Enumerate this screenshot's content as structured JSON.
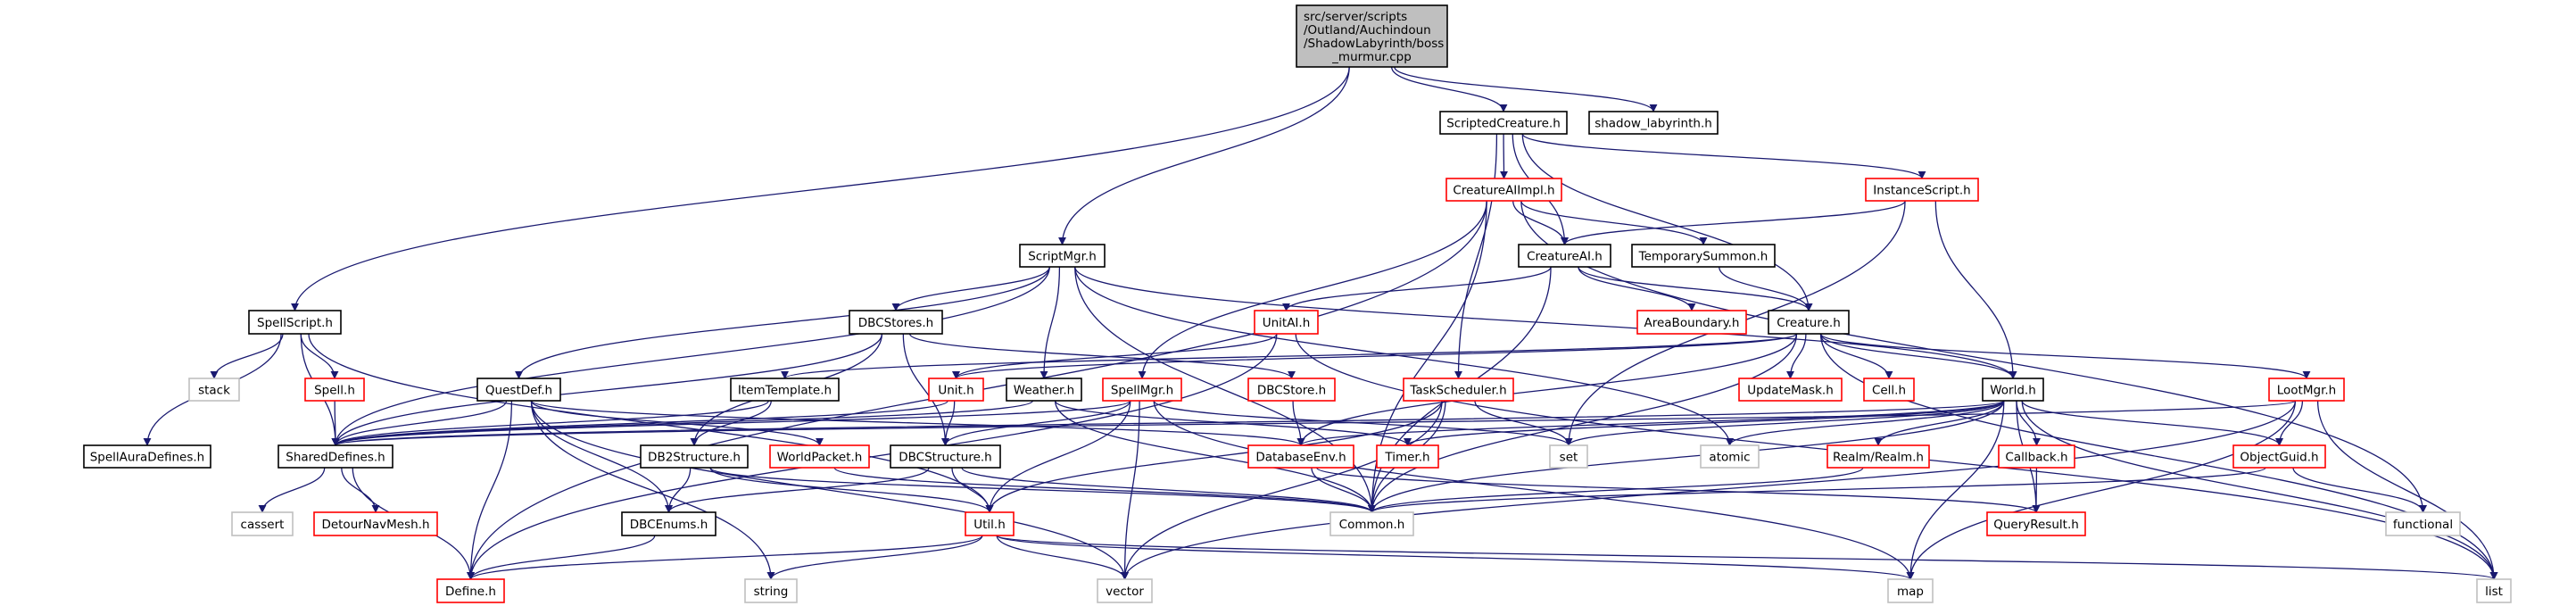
{
  "graph": {
    "root": {
      "id": "root",
      "lines": [
        "src/server/scripts",
        "/Outland/Auchindoun",
        "/ShadowLabyrinth/boss",
        "_murmur.cpp"
      ],
      "style": "root"
    },
    "colors": {
      "root_fill": "#bfbfbf",
      "normal_border": "#000000",
      "red_border": "#ff0000",
      "gray_border": "#bfbfbf",
      "edge": "#191970"
    },
    "nodes": [
      {
        "id": "ScriptedCreature",
        "label": "ScriptedCreature.h",
        "style": "normal"
      },
      {
        "id": "shadow_labyrinth",
        "label": "shadow_labyrinth.h",
        "style": "normal"
      },
      {
        "id": "CreatureAIImpl",
        "label": "CreatureAIImpl.h",
        "style": "red"
      },
      {
        "id": "InstanceScript",
        "label": "InstanceScript.h",
        "style": "red"
      },
      {
        "id": "ScriptMgr",
        "label": "ScriptMgr.h",
        "style": "normal"
      },
      {
        "id": "CreatureAI",
        "label": "CreatureAI.h",
        "style": "normal"
      },
      {
        "id": "TemporarySummon",
        "label": "TemporarySummon.h",
        "style": "normal"
      },
      {
        "id": "SpellScript",
        "label": "SpellScript.h",
        "style": "normal"
      },
      {
        "id": "DBCStores",
        "label": "DBCStores.h",
        "style": "normal"
      },
      {
        "id": "UnitAI",
        "label": "UnitAI.h",
        "style": "red"
      },
      {
        "id": "AreaBoundary",
        "label": "AreaBoundary.h",
        "style": "red"
      },
      {
        "id": "Creature",
        "label": "Creature.h",
        "style": "normal"
      },
      {
        "id": "stack",
        "label": "stack",
        "style": "gray"
      },
      {
        "id": "Spell",
        "label": "Spell.h",
        "style": "red"
      },
      {
        "id": "QuestDef",
        "label": "QuestDef.h",
        "style": "normal"
      },
      {
        "id": "ItemTemplate",
        "label": "ItemTemplate.h",
        "style": "normal"
      },
      {
        "id": "Unit",
        "label": "Unit.h",
        "style": "red"
      },
      {
        "id": "Weather",
        "label": "Weather.h",
        "style": "normal"
      },
      {
        "id": "SpellMgr",
        "label": "SpellMgr.h",
        "style": "red"
      },
      {
        "id": "DBCStore",
        "label": "DBCStore.h",
        "style": "red"
      },
      {
        "id": "TaskScheduler",
        "label": "TaskScheduler.h",
        "style": "red"
      },
      {
        "id": "UpdateMask",
        "label": "UpdateMask.h",
        "style": "red"
      },
      {
        "id": "Cell",
        "label": "Cell.h",
        "style": "red"
      },
      {
        "id": "World",
        "label": "World.h",
        "style": "normal"
      },
      {
        "id": "LootMgr",
        "label": "LootMgr.h",
        "style": "red"
      },
      {
        "id": "SpellAuraDefines",
        "label": "SpellAuraDefines.h",
        "style": "normal"
      },
      {
        "id": "SharedDefines",
        "label": "SharedDefines.h",
        "style": "normal"
      },
      {
        "id": "DB2Structure",
        "label": "DB2Structure.h",
        "style": "normal"
      },
      {
        "id": "WorldPacket",
        "label": "WorldPacket.h",
        "style": "red"
      },
      {
        "id": "DBCStructure",
        "label": "DBCStructure.h",
        "style": "normal"
      },
      {
        "id": "DatabaseEnv",
        "label": "DatabaseEnv.h",
        "style": "red"
      },
      {
        "id": "Timer",
        "label": "Timer.h",
        "style": "red"
      },
      {
        "id": "set",
        "label": "set",
        "style": "gray"
      },
      {
        "id": "atomic",
        "label": "atomic",
        "style": "gray"
      },
      {
        "id": "Realm",
        "label": "Realm/Realm.h",
        "style": "red"
      },
      {
        "id": "Callback",
        "label": "Callback.h",
        "style": "red"
      },
      {
        "id": "ObjectGuid",
        "label": "ObjectGuid.h",
        "style": "red"
      },
      {
        "id": "cassert",
        "label": "cassert",
        "style": "gray"
      },
      {
        "id": "DetourNavMesh",
        "label": "DetourNavMesh.h",
        "style": "red"
      },
      {
        "id": "DBCEnums",
        "label": "DBCEnums.h",
        "style": "normal"
      },
      {
        "id": "Util",
        "label": "Util.h",
        "style": "red"
      },
      {
        "id": "Common",
        "label": "Common.h",
        "style": "gray"
      },
      {
        "id": "QueryResult",
        "label": "QueryResult.h",
        "style": "red"
      },
      {
        "id": "functional",
        "label": "functional",
        "style": "gray"
      },
      {
        "id": "Define",
        "label": "Define.h",
        "style": "red"
      },
      {
        "id": "string",
        "label": "string",
        "style": "gray"
      },
      {
        "id": "vector",
        "label": "vector",
        "style": "gray"
      },
      {
        "id": "map",
        "label": "map",
        "style": "gray"
      },
      {
        "id": "list",
        "label": "list",
        "style": "gray"
      }
    ],
    "edges": [
      [
        "root",
        "SpellScript"
      ],
      [
        "root",
        "ScriptMgr"
      ],
      [
        "root",
        "ScriptedCreature"
      ],
      [
        "root",
        "shadow_labyrinth"
      ],
      [
        "ScriptedCreature",
        "CreatureAIImpl"
      ],
      [
        "ScriptedCreature",
        "CreatureAI"
      ],
      [
        "ScriptedCreature",
        "Creature"
      ],
      [
        "ScriptedCreature",
        "InstanceScript"
      ],
      [
        "ScriptedCreature",
        "TaskScheduler"
      ],
      [
        "CreatureAIImpl",
        "CreatureAI"
      ],
      [
        "CreatureAIImpl",
        "TemporarySummon"
      ],
      [
        "CreatureAIImpl",
        "SpellMgr"
      ],
      [
        "CreatureAIImpl",
        "Define"
      ],
      [
        "CreatureAIImpl",
        "Common"
      ],
      [
        "CreatureAIImpl",
        "functional"
      ],
      [
        "InstanceScript",
        "CreatureAI"
      ],
      [
        "InstanceScript",
        "World"
      ],
      [
        "InstanceScript",
        "set"
      ],
      [
        "CreatureAI",
        "UnitAI"
      ],
      [
        "CreatureAI",
        "AreaBoundary"
      ],
      [
        "CreatureAI",
        "Creature"
      ],
      [
        "CreatureAI",
        "Common"
      ],
      [
        "TemporarySummon",
        "Creature"
      ],
      [
        "ScriptMgr",
        "DBCStores"
      ],
      [
        "ScriptMgr",
        "QuestDef"
      ],
      [
        "ScriptMgr",
        "SharedDefines"
      ],
      [
        "ScriptMgr",
        "Weather"
      ],
      [
        "ScriptMgr",
        "World"
      ],
      [
        "ScriptMgr",
        "Common"
      ],
      [
        "ScriptMgr",
        "atomic"
      ],
      [
        "SpellScript",
        "stack"
      ],
      [
        "SpellScript",
        "Spell"
      ],
      [
        "SpellScript",
        "SharedDefines"
      ],
      [
        "SpellScript",
        "SpellAuraDefines"
      ],
      [
        "SpellScript",
        "Util"
      ],
      [
        "Spell",
        "SharedDefines"
      ],
      [
        "DBCStores",
        "SharedDefines"
      ],
      [
        "DBCStores",
        "DB2Structure"
      ],
      [
        "DBCStores",
        "DBCStructure"
      ],
      [
        "DBCStores",
        "DBCStore"
      ],
      [
        "UnitAI",
        "Unit"
      ],
      [
        "UnitAI",
        "Define"
      ],
      [
        "UnitAI",
        "list"
      ],
      [
        "Creature",
        "ItemTemplate"
      ],
      [
        "Creature",
        "Unit"
      ],
      [
        "Creature",
        "UpdateMask"
      ],
      [
        "Creature",
        "Cell"
      ],
      [
        "Creature",
        "World"
      ],
      [
        "Creature",
        "LootMgr"
      ],
      [
        "Creature",
        "Common"
      ],
      [
        "Creature",
        "DatabaseEnv"
      ],
      [
        "Creature",
        "list"
      ],
      [
        "QuestDef",
        "SharedDefines"
      ],
      [
        "QuestDef",
        "DBCEnums"
      ],
      [
        "QuestDef",
        "WorldPacket"
      ],
      [
        "QuestDef",
        "DatabaseEnv"
      ],
      [
        "QuestDef",
        "Define"
      ],
      [
        "QuestDef",
        "string"
      ],
      [
        "QuestDef",
        "vector"
      ],
      [
        "ItemTemplate",
        "SharedDefines"
      ],
      [
        "ItemTemplate",
        "DB2Structure"
      ],
      [
        "Unit",
        "SharedDefines"
      ],
      [
        "Unit",
        "DBCStructure"
      ],
      [
        "Weather",
        "SharedDefines"
      ],
      [
        "Weather",
        "Timer"
      ],
      [
        "Weather",
        "Common"
      ],
      [
        "SpellMgr",
        "SharedDefines"
      ],
      [
        "SpellMgr",
        "DBCStructure"
      ],
      [
        "SpellMgr",
        "Util"
      ],
      [
        "SpellMgr",
        "vector"
      ],
      [
        "SpellMgr",
        "set"
      ],
      [
        "SpellMgr",
        "map"
      ],
      [
        "DBCStore",
        "DatabaseEnv"
      ],
      [
        "TaskScheduler",
        "Util"
      ],
      [
        "TaskScheduler",
        "set"
      ],
      [
        "TaskScheduler",
        "vector"
      ],
      [
        "TaskScheduler",
        "Common"
      ],
      [
        "World",
        "SharedDefines"
      ],
      [
        "World",
        "Timer"
      ],
      [
        "World",
        "set"
      ],
      [
        "World",
        "atomic"
      ],
      [
        "World",
        "Realm"
      ],
      [
        "World",
        "Callback"
      ],
      [
        "World",
        "QueryResult"
      ],
      [
        "World",
        "ObjectGuid"
      ],
      [
        "World",
        "map"
      ],
      [
        "World",
        "list"
      ],
      [
        "World",
        "Common"
      ],
      [
        "World",
        "DatabaseEnv"
      ],
      [
        "LootMgr",
        "ObjectGuid"
      ],
      [
        "LootMgr",
        "SharedDefines"
      ],
      [
        "LootMgr",
        "map"
      ],
      [
        "LootMgr",
        "vector"
      ],
      [
        "LootMgr",
        "list"
      ],
      [
        "SharedDefines",
        "cassert"
      ],
      [
        "SharedDefines",
        "DetourNavMesh"
      ],
      [
        "SharedDefines",
        "Define"
      ],
      [
        "DB2Structure",
        "DBCEnums"
      ],
      [
        "DB2Structure",
        "Util"
      ],
      [
        "DB2Structure",
        "Common"
      ],
      [
        "WorldPacket",
        "Common"
      ],
      [
        "DBCStructure",
        "DBCEnums"
      ],
      [
        "DBCStructure",
        "Util"
      ],
      [
        "DBCStructure",
        "Common"
      ],
      [
        "DatabaseEnv",
        "Common"
      ],
      [
        "DatabaseEnv",
        "QueryResult"
      ],
      [
        "Realm",
        "Common"
      ],
      [
        "Callback",
        "QueryResult"
      ],
      [
        "ObjectGuid",
        "Common"
      ],
      [
        "ObjectGuid",
        "functional"
      ],
      [
        "DBCEnums",
        "Define"
      ],
      [
        "Util",
        "Define"
      ],
      [
        "Util",
        "string"
      ],
      [
        "Util",
        "vector"
      ],
      [
        "Util",
        "map"
      ],
      [
        "Util",
        "list"
      ]
    ]
  }
}
